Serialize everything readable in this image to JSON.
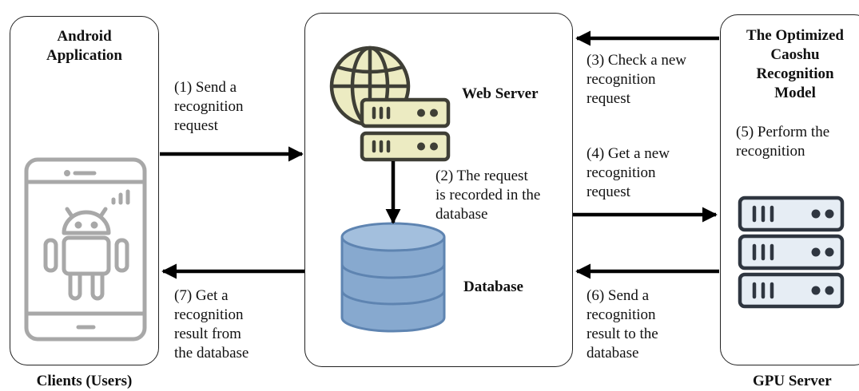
{
  "nodes": {
    "android": {
      "title_line1": "Android",
      "title_line2": "Application",
      "caption": "Clients (Users)"
    },
    "web_server": {
      "label": "Web Server"
    },
    "database": {
      "label": "Database"
    },
    "gpu": {
      "title_line1": "The Optimized",
      "title_line2": "Caoshu",
      "title_line3": "Recognition",
      "title_line4": "Model",
      "caption": "GPU Server"
    }
  },
  "steps": {
    "s1": [
      "(1) Send a",
      "recognition",
      "request"
    ],
    "s2": [
      "(2) The request",
      "is recorded in the",
      "database"
    ],
    "s3": [
      "(3) Check a new",
      "recognition",
      "request"
    ],
    "s4": [
      "(4) Get a new",
      "recognition",
      "request"
    ],
    "s5": [
      "(5) Perform the",
      "recognition"
    ],
    "s6": [
      "(6) Send a",
      "recognition",
      "result to the",
      "database"
    ],
    "s7": [
      "(7) Get a",
      "recognition",
      "result from",
      "the database"
    ]
  },
  "colors": {
    "globe": "#ecebc2",
    "server_fill": "#ecebc2",
    "gpu_server_fill": "#e6edf4",
    "database_fill": "#87a9cf",
    "database_stroke": "#5e84b1",
    "phone_stroke": "#a8a8a8",
    "arrow": "#000000"
  }
}
